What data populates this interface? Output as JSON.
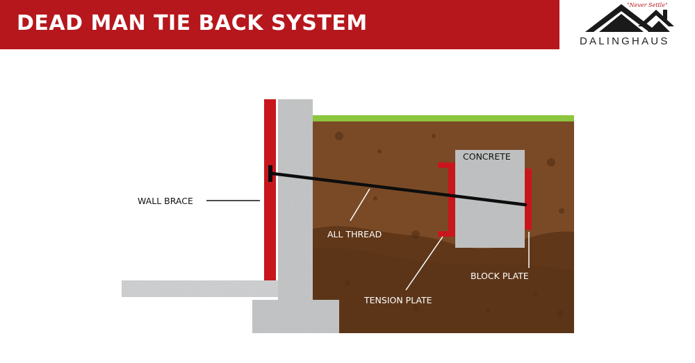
{
  "title": "DEAD MAN TIE BACK SYSTEM",
  "logo": {
    "tagline": "\"Never Settle\"",
    "wordmark": "DALINGHAUS"
  },
  "labels": {
    "wall_brace": "WALL BRACE",
    "all_thread": "ALL THREAD",
    "concrete": "CONCRETE",
    "tension_plate": "TENSION PLATE",
    "block_plate": "BLOCK PLATE"
  },
  "colors": {
    "brand_red": "#b5171d",
    "plate_red": "#c8161d",
    "soil": "#7a4a26",
    "soil_dark": "#603719",
    "grass": "#8cc63f",
    "concrete": "#c9cacb",
    "rod": "#0d0d0d"
  }
}
